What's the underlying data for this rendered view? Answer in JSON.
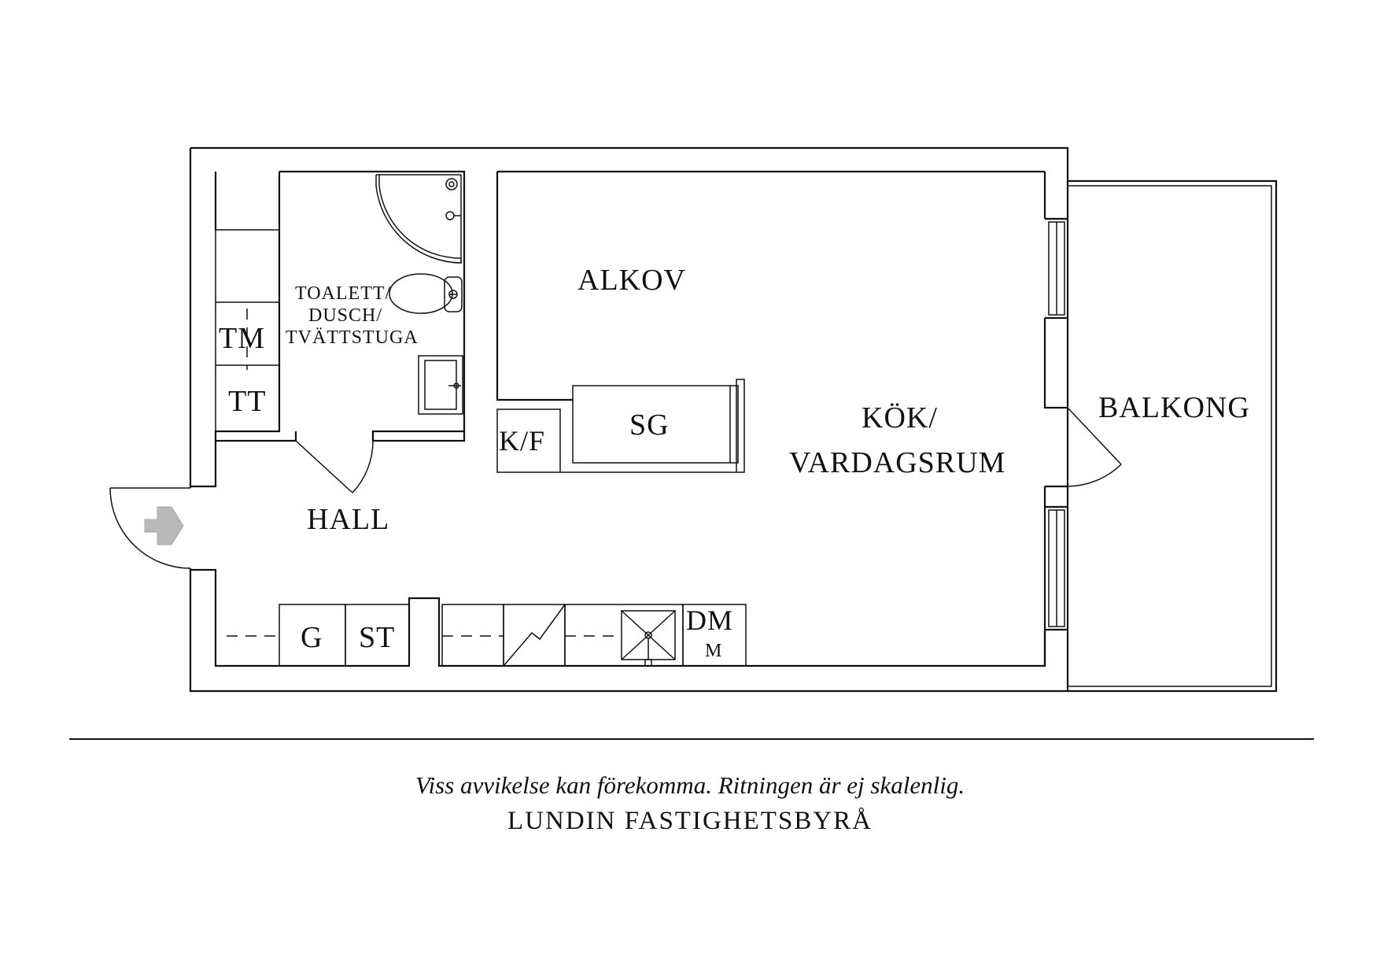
{
  "rooms": {
    "bath": [
      "TOALETT/",
      "DUSCH/",
      "TVÄTTSTUGA"
    ],
    "alkov": "ALKOV",
    "kitchen": [
      "KÖK/",
      "VARDAGSRUM"
    ],
    "balcony": "BALKONG",
    "hall": "HALL"
  },
  "fixtures": {
    "tm": "TM",
    "tt": "TT",
    "kf": "K/F",
    "sg": "SG",
    "g": "G",
    "st": "ST",
    "dm": "DM",
    "m": "M"
  },
  "footer": {
    "note": "Viss avvikelse kan förekomma. Ritningen är ej skalenlig.",
    "brand": "LUNDIN FASTIGHETSBYRÅ"
  },
  "colors": {
    "line": "#111111",
    "entry_arrow": "#b9b9b9"
  }
}
